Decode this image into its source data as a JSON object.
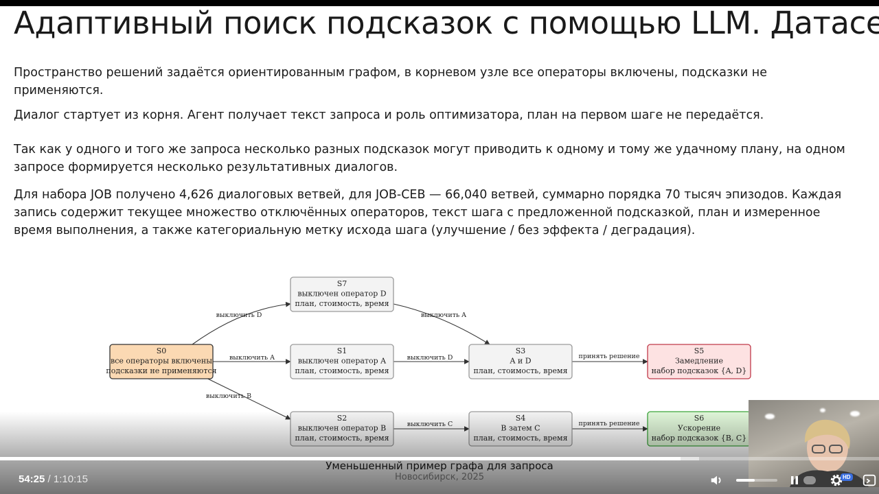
{
  "slide": {
    "title": "Адаптивный поиск подсказок с помощью LLM. Датасет",
    "paragraphs": [
      "Пространство решений задаётся ориентированным графом, в корневом узле все операторы включены, подсказки не применяются.",
      "Диалог стартует из корня. Агент получает текст запроса и роль оптимизатора, план на первом шаге не передаётся.",
      "Так как у одного и того же запроса несколько разных подсказок могут приводить к одному и тому же удачному плану, на одном запросе формируется несколько результативных диалогов.",
      "Для набора JOB получено 4,626 диалоговых ветвей, для JOB-CEB — 66,040 ветвей, суммарно порядка 70 тысяч эпизодов. Каждая запись содержит текущее множество отключённых операторов, текст шага с предложенной подсказкой, план и измеренное время выполнения, а также категориальную метку исхода шага (улучшение / без эффекта / деградация)."
    ],
    "caption": "Уменьшенный пример графа для запроса",
    "footer": "Новосибирск, 2025"
  },
  "graph": {
    "nodes": [
      {
        "id": "S0",
        "lines": [
          "S0",
          "все операторы включены",
          "подсказки не применяются"
        ],
        "style": "root"
      },
      {
        "id": "S7",
        "lines": [
          "S7",
          "выключен оператор D",
          "план, стоимость, время"
        ],
        "style": "normal"
      },
      {
        "id": "S1",
        "lines": [
          "S1",
          "выключен оператор A",
          "план, стоимость, время"
        ],
        "style": "normal"
      },
      {
        "id": "S2",
        "lines": [
          "S2",
          "выключен оператор B",
          "план, стоимость, время"
        ],
        "style": "normal"
      },
      {
        "id": "S3",
        "lines": [
          "S3",
          "A и D",
          "план, стоимость, время"
        ],
        "style": "normal"
      },
      {
        "id": "S4",
        "lines": [
          "S4",
          "B затем C",
          "план, стоимость, время"
        ],
        "style": "normal"
      },
      {
        "id": "S5",
        "lines": [
          "S5",
          "Замедление",
          "набор подсказок {A, D}"
        ],
        "style": "bad"
      },
      {
        "id": "S6",
        "lines": [
          "S6",
          "Ускорение",
          "набор подсказок {B, C}"
        ],
        "style": "good"
      }
    ],
    "edges": [
      {
        "from": "S0",
        "to": "S7",
        "label": "выключить D"
      },
      {
        "from": "S0",
        "to": "S1",
        "label": "выключить A"
      },
      {
        "from": "S0",
        "to": "S2",
        "label": "выключить B"
      },
      {
        "from": "S7",
        "to": "S3",
        "label": "выключить A"
      },
      {
        "from": "S1",
        "to": "S3",
        "label": "выключить D"
      },
      {
        "from": "S2",
        "to": "S4",
        "label": "выключить C"
      },
      {
        "from": "S3",
        "to": "S5",
        "label": "принять решение"
      },
      {
        "from": "S4",
        "to": "S6",
        "label": "принять решение"
      }
    ],
    "colors": {
      "root_fill": "#fbd9b3",
      "root_stroke": "#333333",
      "normal_fill": "#f3f3f3",
      "normal_stroke": "#9a9a9a",
      "bad_fill": "#fde2e2",
      "bad_stroke": "#c0394a",
      "good_fill": "#dff5d8",
      "good_stroke": "#3aa33a"
    }
  },
  "player": {
    "time_current": "54:25",
    "time_separator": " / ",
    "time_total": "1:10:15",
    "progress_fraction": 0.7746,
    "buffered_fraction": 0.795,
    "volume_fraction": 0.45,
    "quality_badge": "HD",
    "icons": [
      "volume-icon",
      "pause-icon",
      "settings-icon",
      "fullscreen-icon"
    ]
  }
}
